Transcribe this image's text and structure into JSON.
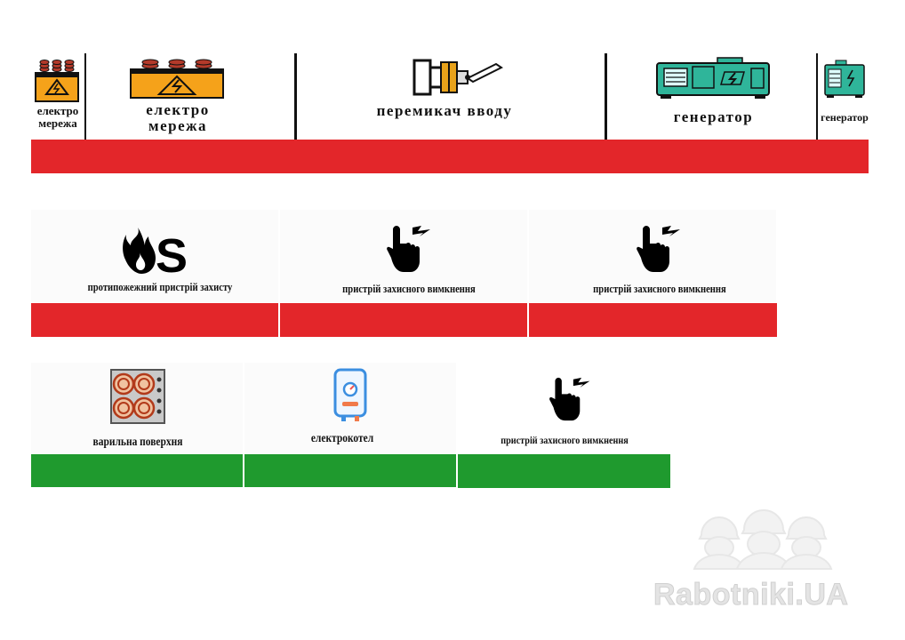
{
  "row1": {
    "items": [
      {
        "label": "електро мережа",
        "icon": "transformer-icon"
      },
      {
        "label": "електро мережа",
        "icon": "transformer-icon"
      },
      {
        "label": "перемикач вводу",
        "icon": "transfer-switch-icon"
      },
      {
        "label": "генератор",
        "icon": "generator-icon"
      },
      {
        "label": "генератор",
        "icon": "generator-icon"
      }
    ],
    "bar_color": "#e3262a"
  },
  "row2": {
    "items": [
      {
        "label": "протипожежний пристрій захисту",
        "icon": "fire-protection-icon"
      },
      {
        "label": "пристрій захисного вимкнення",
        "icon": "hand-lightning-icon"
      },
      {
        "label": "пристрій захисного вимкнення",
        "icon": "hand-lightning-icon"
      }
    ],
    "bar_color": "#e3262a"
  },
  "row3": {
    "items": [
      {
        "label": "варильна поверхня",
        "icon": "cooktop-icon"
      },
      {
        "label": "електрокотел",
        "icon": "boiler-icon"
      },
      {
        "label": "пристрій захисного вимкнення",
        "icon": "hand-lightning-icon"
      }
    ],
    "bar_color": "#1f9a2e"
  },
  "watermark": {
    "text": "Rabotniki.UA",
    "icon": "workers-helmet-icon"
  }
}
